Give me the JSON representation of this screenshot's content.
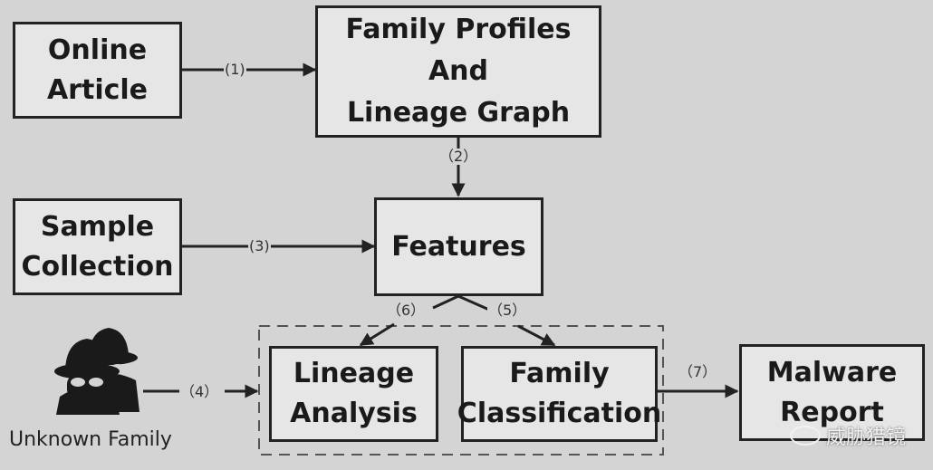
{
  "nodes": {
    "online_article": [
      "Online",
      "Article"
    ],
    "family_profiles": [
      "Family Profiles",
      "And",
      "Lineage Graph"
    ],
    "sample_collection": [
      "Sample",
      "Collection"
    ],
    "features": [
      "Features"
    ],
    "lineage_analysis": [
      "Lineage",
      "Analysis"
    ],
    "family_classification": [
      "Family",
      "Classification"
    ],
    "malware_report": [
      "Malware",
      "Report"
    ],
    "unknown_family": "Unknown Family"
  },
  "edges": {
    "e1": "(1)",
    "e2": "（2）",
    "e3": "(3)",
    "e4": "（4）",
    "e5": "（5）",
    "e6": "（6）",
    "e7": "（7）"
  },
  "watermark": "威胁猎镜",
  "colors": {
    "background": "#d4d4d4",
    "stroke": "#222222",
    "box_fill": "#e6e6e6"
  }
}
